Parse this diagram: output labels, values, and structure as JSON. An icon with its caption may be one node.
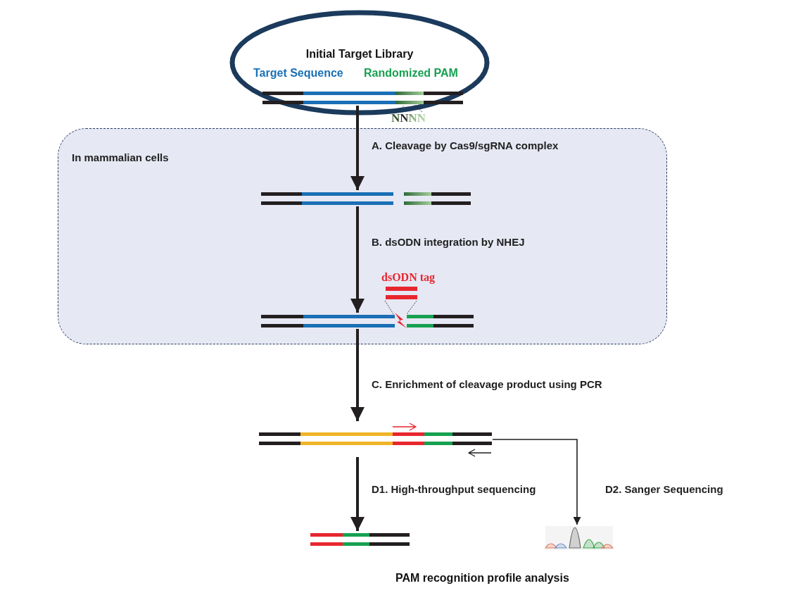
{
  "diagram": {
    "nodes": [
      {
        "text": [
          "Initial Target Library",
          "Target Sequence",
          "Randomized PAM"
        ]
      },
      {
        "text": [],
        "shape": "bar",
        "in": 0
      },
      {
        "text": [
          "NNNN"
        ]
      },
      {
        "text": [
          "In mammalian cells"
        ]
      },
      {
        "text": [],
        "shape": "bar",
        "in": 3
      },
      {
        "text": [
          "dsODN tag"
        ],
        "in": 3
      },
      {
        "text": [],
        "shape": "bar",
        "in": 3
      },
      {
        "text": [],
        "shape": "bar"
      },
      {
        "text": [],
        "shape": "bar"
      },
      {
        "text": [],
        "shape": "picture"
      }
    ],
    "edges": [
      {
        "from": 2,
        "to": 1,
        "arrow": "none",
        "style": "dashed"
      },
      {
        "from": 1,
        "to": 4,
        "arrow": "to",
        "label": "A. Cleavage by Cas9/sgRNA complex"
      },
      {
        "from": 4,
        "to": 6,
        "arrow": "to",
        "label": "B. dsODN integration by NHEJ"
      },
      {
        "from": 5,
        "to": 6,
        "arrow": "none",
        "style": "dashed"
      },
      {
        "from": 6,
        "to": 7,
        "arrow": "to",
        "label": "C. Enrichment of cleavage product using PCR"
      },
      {
        "from": 7,
        "to": 8,
        "arrow": "to",
        "label": "D1. High-throughput sequencing"
      },
      {
        "from": 7,
        "to": 9,
        "arrow": "to",
        "label": "D2. Sanger Sequencing"
      }
    ],
    "labels": [
      "PAM recognition profile analysis"
    ]
  }
}
